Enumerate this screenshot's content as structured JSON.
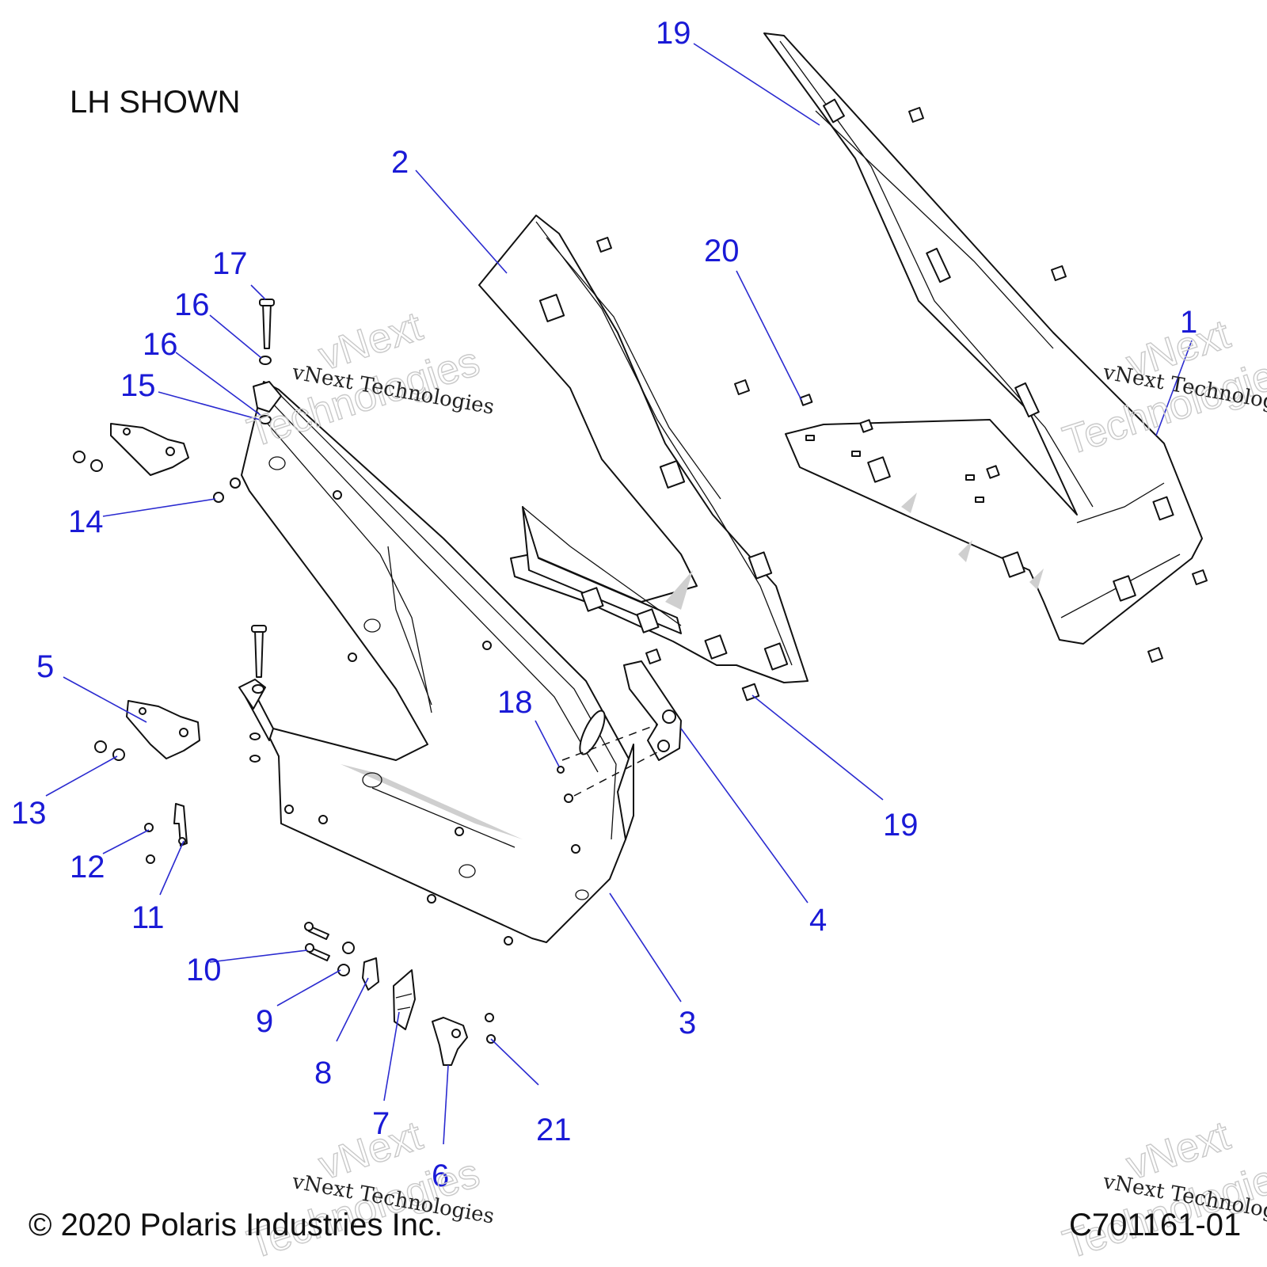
{
  "diagram": {
    "view_note": "LH SHOWN",
    "copyright": "© 2020 Polaris Industries Inc.",
    "drawing_number": "C701161-01",
    "watermark": {
      "small_text": "vNext Technologies",
      "big_line1": "vNext",
      "big_line2": "Technologies"
    },
    "callouts": [
      {
        "id": "c1",
        "label": "1"
      },
      {
        "id": "c2",
        "label": "2"
      },
      {
        "id": "c3",
        "label": "3"
      },
      {
        "id": "c4",
        "label": "4"
      },
      {
        "id": "c5",
        "label": "5"
      },
      {
        "id": "c6",
        "label": "6"
      },
      {
        "id": "c7",
        "label": "7"
      },
      {
        "id": "c8",
        "label": "8"
      },
      {
        "id": "c9",
        "label": "9"
      },
      {
        "id": "c10",
        "label": "10"
      },
      {
        "id": "c11",
        "label": "11"
      },
      {
        "id": "c12",
        "label": "12"
      },
      {
        "id": "c13",
        "label": "13"
      },
      {
        "id": "c14",
        "label": "14"
      },
      {
        "id": "c15",
        "label": "15"
      },
      {
        "id": "c16a",
        "label": "16"
      },
      {
        "id": "c16b",
        "label": "16"
      },
      {
        "id": "c17",
        "label": "17"
      },
      {
        "id": "c18",
        "label": "18"
      },
      {
        "id": "c19a",
        "label": "19"
      },
      {
        "id": "c19b",
        "label": "19"
      },
      {
        "id": "c20",
        "label": "20"
      },
      {
        "id": "c21",
        "label": "21"
      }
    ]
  }
}
